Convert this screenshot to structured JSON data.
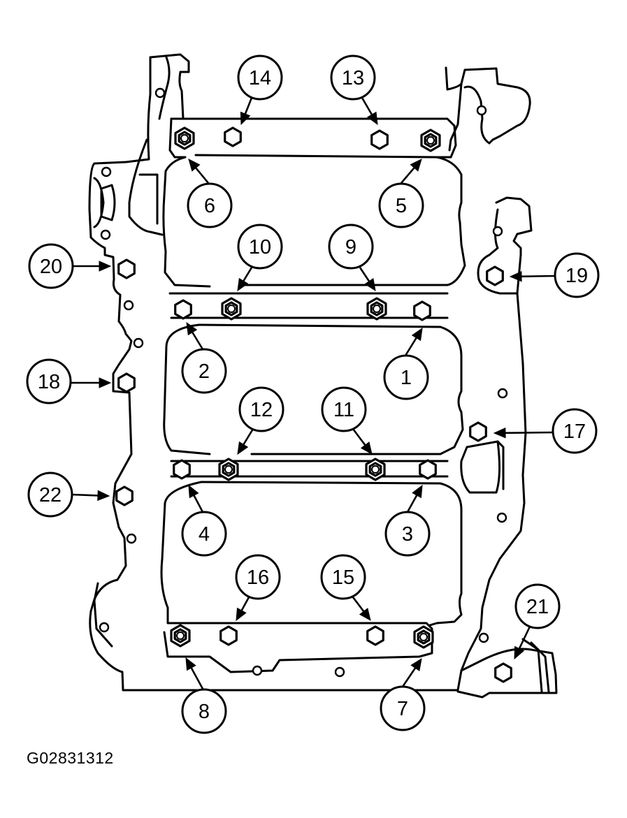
{
  "figure_id": "G02831312",
  "callouts": [
    {
      "id": "1",
      "label": "1"
    },
    {
      "id": "2",
      "label": "2"
    },
    {
      "id": "3",
      "label": "3"
    },
    {
      "id": "4",
      "label": "4"
    },
    {
      "id": "5",
      "label": "5"
    },
    {
      "id": "6",
      "label": "6"
    },
    {
      "id": "7",
      "label": "7"
    },
    {
      "id": "8",
      "label": "8"
    },
    {
      "id": "9",
      "label": "9"
    },
    {
      "id": "10",
      "label": "10"
    },
    {
      "id": "11",
      "label": "11"
    },
    {
      "id": "12",
      "label": "12"
    },
    {
      "id": "13",
      "label": "13"
    },
    {
      "id": "14",
      "label": "14"
    },
    {
      "id": "15",
      "label": "15"
    },
    {
      "id": "16",
      "label": "16"
    },
    {
      "id": "17",
      "label": "17"
    },
    {
      "id": "18",
      "label": "18"
    },
    {
      "id": "19",
      "label": "19"
    },
    {
      "id": "20",
      "label": "20"
    },
    {
      "id": "21",
      "label": "21"
    },
    {
      "id": "22",
      "label": "22"
    }
  ]
}
